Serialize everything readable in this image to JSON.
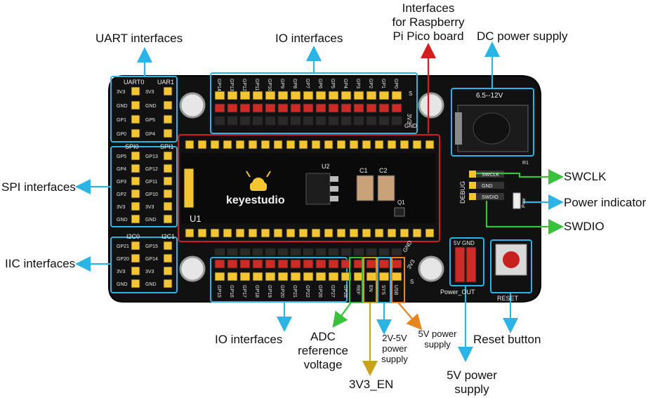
{
  "labels": {
    "uart": "UART interfaces",
    "io_top": "IO interfaces",
    "pico_1": "Interfaces",
    "pico_2": "for Raspberry",
    "pico_3": "Pi Pico board",
    "dc": "DC power supply",
    "spi": "SPI interfaces",
    "iic": "IIC interfaces",
    "swclk": "SWCLK",
    "power_ind": "Power indicator",
    "swdio": "SWDIO",
    "io_bottom": "IO interfaces",
    "adc_1": "ADC",
    "adc_2": "reference",
    "adc_3": "voltage",
    "en": "3V3_EN",
    "v25_1": "2V-5V",
    "v25_2": "power",
    "v25_3": "supply",
    "v5_small_1": "5V power",
    "v5_small_2": "supply",
    "reset": "Reset button",
    "v5_big_1": "5V power",
    "v5_big_2": "supply"
  },
  "silkscreen": {
    "uart0": "UART0",
    "uart1": "UAR1",
    "spi0": "SPI0",
    "spi1": "SPI1",
    "i2c0": "I2C0",
    "i2c1": "I2C1",
    "brand": "keyestudio",
    "u1": "U1",
    "u2": "U2",
    "c1": "C1",
    "c2": "C2",
    "q1": "Q1",
    "dc_range": "6.5--12V",
    "debug": "DEBUG",
    "swclk": "SWCLK",
    "gnd": "GND",
    "swdio": "SWDIO",
    "pow": "Pow",
    "power_out": "Power_OUT",
    "v5gnd": "5V GND",
    "reset": "RESET",
    "r1": "R1",
    "s_top": "S",
    "v33_top": "3V3",
    "gnd_top": "GND",
    "gnd_bot": "GND",
    "v33_bot": "3V3",
    "s_bot": "S"
  },
  "pins": {
    "uart_left": [
      "3V3",
      "GND",
      "GP1",
      "GP0"
    ],
    "uart_right": [
      "3V3",
      "GND",
      "GP5",
      "GP4"
    ],
    "spi_left": [
      "GP5",
      "GP4",
      "GP3",
      "GP2",
      "3V3",
      "GND"
    ],
    "spi_right": [
      "GP13",
      "GP12",
      "GP11",
      "GP10",
      "3V3",
      "GND"
    ],
    "i2c_left": [
      "GP21",
      "GP20",
      "3V3",
      "GND"
    ],
    "i2c_right": [
      "GP15",
      "GP14",
      "3V3",
      "GND"
    ],
    "io_top": [
      "GP14",
      "GP13",
      "GP12",
      "GP11",
      "GP10",
      "GP9",
      "GP8",
      "GP7",
      "GP6",
      "GP5",
      "GP4",
      "GP3",
      "GP2",
      "GP1",
      "GP0"
    ],
    "io_bottom": [
      "GP15",
      "GP16",
      "GP17",
      "GP18",
      "GP19",
      "GP20",
      "GP21",
      "GP22",
      "GP26",
      "GP27",
      "GP28",
      "REF",
      "EN",
      "SYS",
      "USB"
    ]
  },
  "colors": {
    "board": "#111111",
    "header_yellow": "#f2c531",
    "header_red": "#cf2b26",
    "arrow_blue": "#2bb5e6",
    "arrow_red": "#d41e1e",
    "arrow_green": "#36c23a",
    "arrow_gold": "#c9a21a",
    "arrow_orange": "#e8851c"
  }
}
